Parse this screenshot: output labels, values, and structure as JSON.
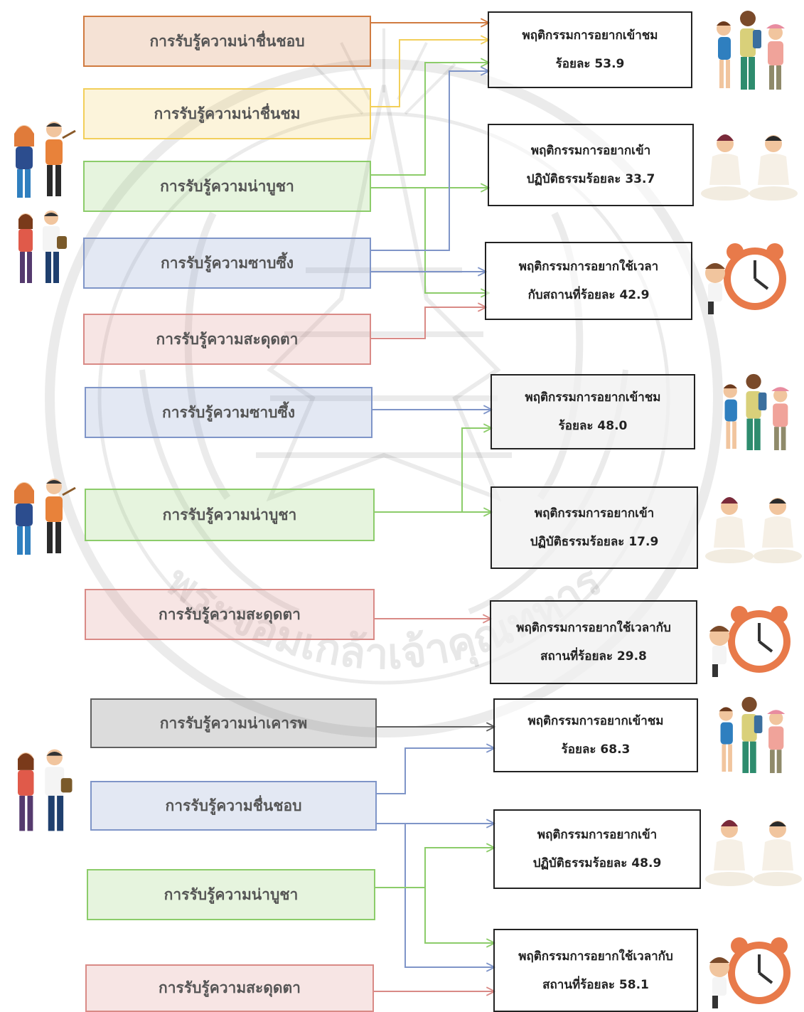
{
  "colors": {
    "orange": "#d07b40",
    "yellow": "#f2cf5a",
    "green": "#8ccc6a",
    "blue": "#7f95c8",
    "red": "#d98a86",
    "gray": "#606060"
  },
  "groups": [
    {
      "perceptions": [
        {
          "label": "การรับรู้ความน่าชื่นชอบ",
          "color": "orange"
        },
        {
          "label": "การรับรู้ความน่าชื่นชม",
          "color": "yellow"
        },
        {
          "label": "การรับรู้ความน่าบูชา",
          "color": "green"
        },
        {
          "label": "การรับรู้ความซาบซึ้ง",
          "color": "blue"
        },
        {
          "label": "การรับรู้ความสะดุดตา",
          "color": "red"
        }
      ],
      "outcomes": [
        {
          "line1": "พฤติกรรมการอยากเข้าชม",
          "line2": "ร้อยละ 53.9",
          "icon": "tourists-icon"
        },
        {
          "line1": "พฤติกรรมการอยากเข้า",
          "line2": "ปฏิบัติธรรมร้อยละ 33.7",
          "icon": "meditation-icon"
        },
        {
          "line1": "พฤติกรรมการอยากใช้เวลา",
          "line2": "กับสถานที่ร้อยละ 42.9",
          "icon": "alarm-clock-icon"
        }
      ]
    },
    {
      "perceptions": [
        {
          "label": "การรับรู้ความซาบซึ้ง",
          "color": "blue"
        },
        {
          "label": "การรับรู้ความน่าบูชา",
          "color": "green"
        },
        {
          "label": "การรับรู้ความสะดุดตา",
          "color": "red"
        }
      ],
      "outcomes": [
        {
          "line1": "พฤติกรรมการอยากเข้าชม",
          "line2": "ร้อยละ 48.0",
          "icon": "tourists-icon"
        },
        {
          "line1": "พฤติกรรมการอยากเข้า",
          "line2": "ปฏิบัติธรรมร้อยละ 17.9",
          "icon": "meditation-icon"
        },
        {
          "line1": "พฤติกรรมการอยากใช้เวลากับ",
          "line2": "สถานที่ร้อยละ 29.8",
          "icon": "alarm-clock-icon"
        }
      ]
    },
    {
      "perceptions": [
        {
          "label": "การรับรู้ความน่าเคารพ",
          "color": "gray"
        },
        {
          "label": "การรับรู้ความชื่นชอบ",
          "color": "blue"
        },
        {
          "label": "การรับรู้ความน่าบูชา",
          "color": "green"
        },
        {
          "label": "การรับรู้ความสะดุดตา",
          "color": "red"
        }
      ],
      "outcomes": [
        {
          "line1": "พฤติกรรมการอยากเข้าชม",
          "line2": "ร้อยละ 68.3",
          "icon": "tourists-icon"
        },
        {
          "line1": "พฤติกรรมการอยากเข้า",
          "line2": "ปฏิบัติธรรมร้อยละ 48.9",
          "icon": "meditation-icon"
        },
        {
          "line1": "พฤติกรรมการอยากใช้เวลากับ",
          "line2": "สถานที่ร้อยละ 58.1",
          "icon": "alarm-clock-icon"
        }
      ]
    }
  ],
  "left_figures": [
    "artists-icon",
    "students-icon",
    "artists-icon",
    "students-icon"
  ],
  "watermark_text": "พระจอมเกล้าเจ้าคุณทหาร"
}
